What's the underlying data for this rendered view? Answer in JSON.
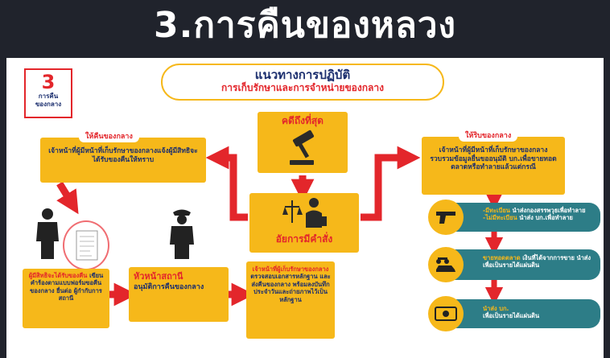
{
  "slide_title": "3.การคืนของหลวง",
  "corner_badge": {
    "number": "3",
    "line1": "การคืน",
    "line2": "ของกลาง"
  },
  "header": {
    "title": "แนวทางการปฏิบัติ",
    "subtitle": "การเก็บรักษาและการจำหน่ายของกลาง"
  },
  "center_top": {
    "label": "คดีถึงที่สุด"
  },
  "center_bottom": {
    "label": "อัยการมีคำสั่ง"
  },
  "left_branch": {
    "heading": "ให้คืนของกลาง",
    "body": "เจ้าหน้าที่ผู้มีหน้าที่เก็บรักษาของกลางแจ้งผู้มีสิทธิจะได้รับของคืนให้ทราบ"
  },
  "right_branch": {
    "heading": "ให้ริบของกลาง",
    "body": "เจ้าหน้าที่ผู้มีหน้าที่เก็บรักษาของกลางรวบรวมข้อมูลยื่นขออนุมัติ บก.เพื่อขายทอดตลาดหรือทำลายแล้วแต่กรณี"
  },
  "step_claimant": {
    "highlight": "ผู้มีสิทธิจะได้รับของคืน",
    "body": "เขียนคำร้องตามแบบฟอร์มขอคืนของกลาง ยื่นต่อ ผู้กำกับการสถานี"
  },
  "step_chief": {
    "heading": "หัวหน้าสถานี",
    "body": "อนุมัติการคืนของกลาง"
  },
  "step_officer": {
    "highlight": "เจ้าหน้าที่ผู้เก็บรักษาของกลาง",
    "body": "ตรวจสอบเอกสารหลักฐาน และส่งคืนของกลาง พร้อมลงบันทึกประจำวันและถ่ายภาพไว้เป็นหลักฐาน"
  },
  "right_options": [
    {
      "icon": "gun-icon",
      "highlight": "-มีทะเบียน",
      "body": "นำส่งกองสรรพวุธเพื่อทำลาย",
      "highlight2": "-ไม่มีทะเบียน",
      "body2": "นำส่ง บก.เพื่อทำลาย"
    },
    {
      "icon": "vehicle-icon",
      "highlight": "ขายทอดตลาด",
      "body": "เงินที่ได้จากการขาย นำส่งเพื่อเป็นรายได้แผ่นดิน"
    },
    {
      "icon": "money-icon",
      "highlight": "นำส่ง บก.",
      "body": "เพื่อเป็นรายได้แผ่นดิน"
    }
  ],
  "colors": {
    "accent": "#f6b81a",
    "arrow": "#e3262b",
    "teal": "#2d7d87",
    "navy": "#1b2e6e"
  }
}
